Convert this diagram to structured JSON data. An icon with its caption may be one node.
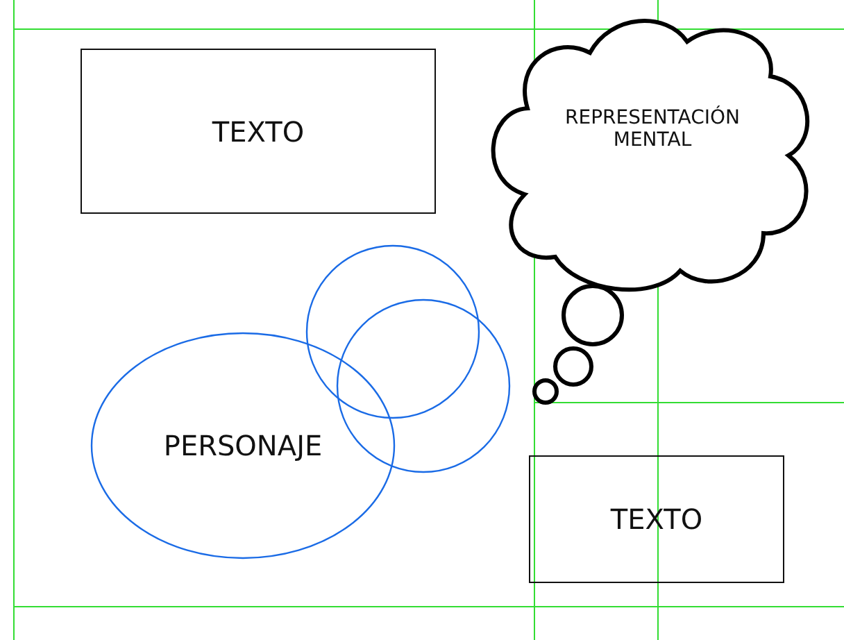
{
  "diagram": {
    "nodes": [
      {
        "text": [
          "TEXTO"
        ]
      },
      {
        "text": [
          "REPRESENTACIÓN MENTAL"
        ]
      },
      {
        "text": [],
        "shape": "circle"
      },
      {
        "text": [],
        "shape": "circle"
      },
      {
        "text": [
          "PERSONAJE"
        ]
      },
      {
        "text": [
          "TEXTO"
        ]
      }
    ]
  }
}
